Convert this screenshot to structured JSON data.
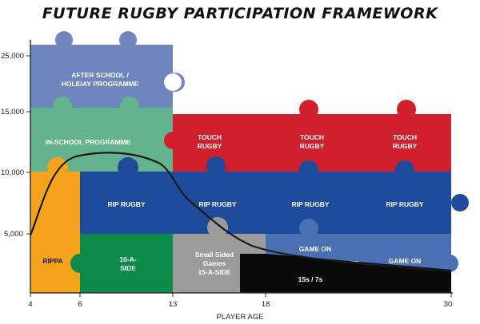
{
  "title": "FUTURE RUGBY PARTICIPATION FRAMEWORK",
  "x_axis": {
    "title": "PLAYER AGE",
    "ticks": [
      "4",
      "6",
      "13",
      "18",
      "30"
    ]
  },
  "y_axis": {
    "ticks": [
      "25,000",
      "15,000",
      "10,000",
      "5,000"
    ]
  },
  "pieces": {
    "after_school": {
      "line1": "AFTER SCHOOL /",
      "line2": "HOLIDAY PROGRAMME",
      "color": "#6e85bd"
    },
    "in_school": {
      "text": "IN-SCHOOL PROGRAMME",
      "color": "#63b38f"
    },
    "touch_1": {
      "line1": "TOUCH",
      "line2": "RUGBY",
      "color": "#d0202e"
    },
    "touch_2": {
      "line1": "TOUCH",
      "line2": "RUGBY",
      "color": "#d0202e"
    },
    "touch_3": {
      "line1": "TOUCH",
      "line2": "RUGBY",
      "color": "#d0202e"
    },
    "rippa": {
      "text": "RIPPA",
      "color": "#f5a31a"
    },
    "rip_1": {
      "text": "RIP RUGBY",
      "color": "#1e4b9c"
    },
    "rip_2": {
      "text": "RIP RUGBY",
      "color": "#1e4b9c"
    },
    "rip_3": {
      "text": "RIP RUGBY",
      "color": "#1e4b9c"
    },
    "rip_4": {
      "text": "RIP RUGBY",
      "color": "#1e4b9c"
    },
    "ten_a_side": {
      "line1": "10-A-",
      "line2": "SIDE",
      "color": "#0d8a4a"
    },
    "small_sided": {
      "line1": "Small Sided",
      "line2": "Games",
      "line3": "15-A-SIDE",
      "color": "#9b9b9b"
    },
    "game_on_1": {
      "text": "GAME ON",
      "color": "#4a6fb3"
    },
    "game_on_2": {
      "text": "GAME ON",
      "color": "#4a6fb3"
    },
    "fifteens": {
      "text": "15s /  7s",
      "color": "#0a0a0a"
    }
  },
  "colors": {
    "curve": "#1a1a1a",
    "axis": "#333333"
  }
}
